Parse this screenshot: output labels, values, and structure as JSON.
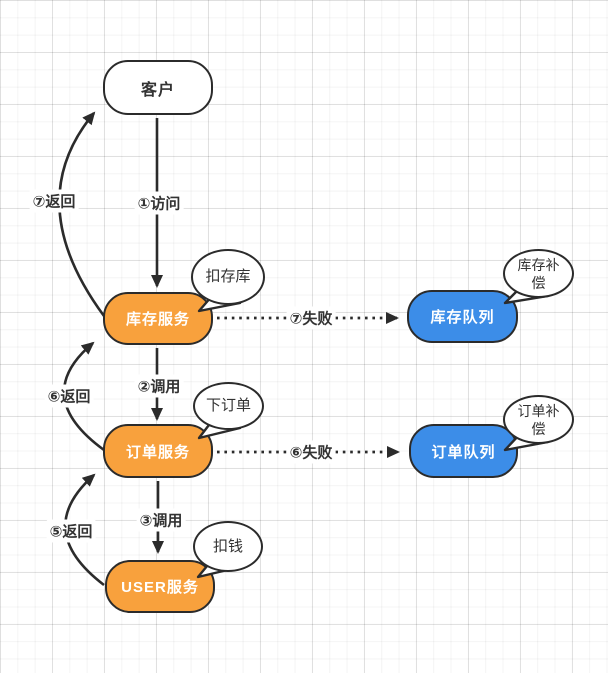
{
  "diagram": {
    "colors": {
      "service_fill": "#F8A13D",
      "queue_fill": "#3C8DE8",
      "outline": "#2B2B2B",
      "text_dark": "#333333",
      "text_light": "#FFFFFF"
    },
    "nodes": {
      "customer": {
        "label": "客户"
      },
      "inventory_service": {
        "label": "库存服务"
      },
      "order_service": {
        "label": "订单服务"
      },
      "user_service": {
        "label": "USER服务"
      },
      "inventory_queue": {
        "label": "库存队列"
      },
      "order_queue": {
        "label": "订单队列"
      }
    },
    "bubbles": {
      "deduct_inventory": {
        "label": "扣存库"
      },
      "place_order": {
        "label": "下订单"
      },
      "deduct_money": {
        "label": "扣钱"
      },
      "inventory_compensation": {
        "line1": "库存补",
        "line2": "偿"
      },
      "order_compensation": {
        "line1": "订单补",
        "line2": "偿"
      }
    },
    "edges": {
      "access": {
        "label": "①访问"
      },
      "call_order": {
        "label": "②调用"
      },
      "call_user": {
        "label": "③调用"
      },
      "return_to_order": {
        "label": "⑤返回"
      },
      "return_to_inventory": {
        "label": "⑥返回"
      },
      "return_to_customer": {
        "label": "⑦返回"
      },
      "fail_inventory": {
        "label": "⑦失败"
      },
      "fail_order": {
        "label": "⑥失败"
      }
    }
  }
}
